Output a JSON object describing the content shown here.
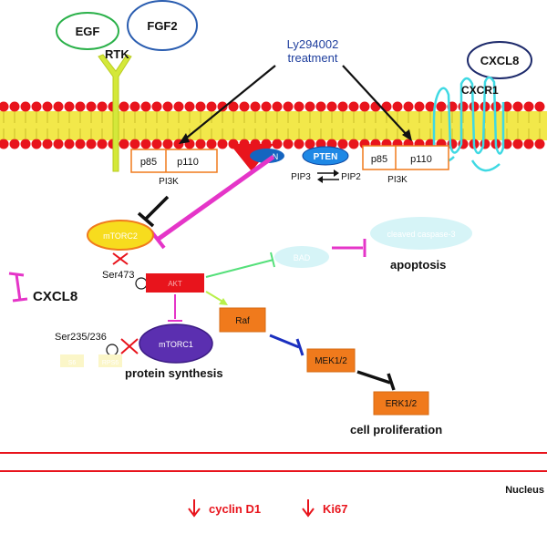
{
  "ligands": {
    "egf": "EGF",
    "fgf2": "FGF2",
    "cxcl8": "CXCL8"
  },
  "receptors": {
    "rtk": "RTK",
    "cxcr1": "CXCR1"
  },
  "treatment": {
    "line1": "Ly294002",
    "line2": "treatment"
  },
  "pi3k_left": {
    "p85": "p85",
    "p110": "p110",
    "label": "PI3K"
  },
  "pi3k_right": {
    "p85": "p85",
    "p110": "p110",
    "label": "PI3K"
  },
  "pten": {
    "label": "PTEN",
    "partial": "N",
    "pip3": "PIP3",
    "pip2": "PIP2"
  },
  "nodes": {
    "mtorc2": "mTORC2",
    "ser473": "Ser473",
    "akt": "AKT",
    "bad": "BAD",
    "cleaved_caspase": "cleaved caspase-3",
    "apoptosis": "apoptosis",
    "raf": "Raf",
    "mtorc1": "mTORC1",
    "ser235": "Ser235/236",
    "s6": "S6",
    "rps6": "RPS6",
    "protein_synthesis": "protein synthesis",
    "mek": "MEK1/2",
    "erk": "ERK1/2",
    "cell_proliferation": "cell proliferation",
    "cxcl8_inhibit": "CXCL8"
  },
  "nucleus": {
    "label": "Nucleus",
    "marker1": "cyclin D1",
    "marker2": "Ki67"
  },
  "colors": {
    "membrane_head": "#e8141c",
    "membrane_tail": "#f2e84a",
    "akt": "#e8141c",
    "kinase_orange": "#f07a1c",
    "mtorc1": "#5b2fb0",
    "pten": "#1565c0",
    "magenta": "#e535c8",
    "green": "#55e07a",
    "lime": "#b8f04a",
    "cyan": "#3fd9e3",
    "nucleus_line": "#e8141c"
  }
}
